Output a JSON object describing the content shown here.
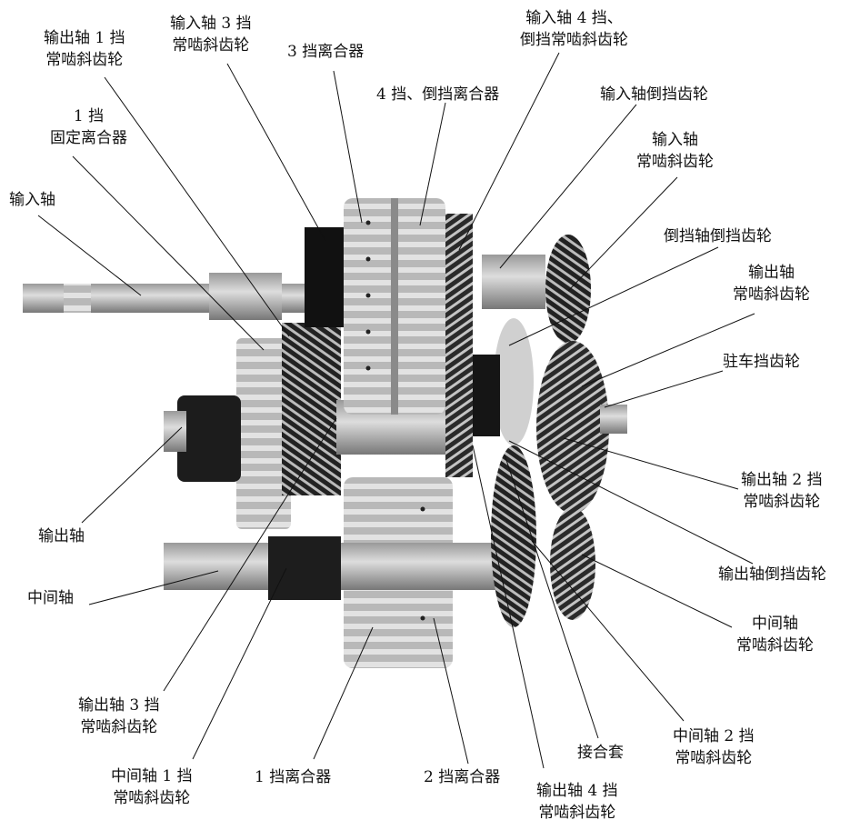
{
  "labels": {
    "output_shaft_1st_gear": [
      "输出轴 1 挡",
      "常啮斜齿轮"
    ],
    "input_shaft_3rd_gear": [
      "输入轴 3 挡",
      "常啮斜齿轮"
    ],
    "clutch_3rd": [
      "3 挡离合器"
    ],
    "input_shaft_4th_reverse_gear": [
      "输入轴 4 挡、",
      "倒挡常啮斜齿轮"
    ],
    "clutch_4th_reverse": [
      "4 挡、倒挡离合器"
    ],
    "input_shaft_reverse_gear": [
      "输入轴倒挡齿轮"
    ],
    "clutch_1st_fixed": [
      "1 挡",
      "固定离合器"
    ],
    "input_shaft_constant_mesh": [
      "输入轴",
      "常啮斜齿轮"
    ],
    "input_shaft": [
      "输入轴"
    ],
    "reverse_shaft_reverse_gear": [
      "倒挡轴倒挡齿轮"
    ],
    "output_shaft_constant_mesh": [
      "输出轴",
      "常啮斜齿轮"
    ],
    "parking_gear": [
      "驻车挡齿轮"
    ],
    "output_shaft_2nd_gear": [
      "输出轴 2 挡",
      "常啮斜齿轮"
    ],
    "output_shaft": [
      "输出轴"
    ],
    "output_shaft_reverse_gear": [
      "输出轴倒挡齿轮"
    ],
    "countershaft": [
      "中间轴"
    ],
    "countershaft_constant_mesh": [
      "中间轴",
      "常啮斜齿轮"
    ],
    "output_shaft_3rd_gear": [
      "输出轴 3 挡",
      "常啮斜齿轮"
    ],
    "countershaft_2nd_gear": [
      "中间轴 2 挡",
      "常啮斜齿轮"
    ],
    "sleeve": [
      "接合套"
    ],
    "countershaft_1st_gear": [
      "中间轴 1 挡",
      "常啮斜齿轮"
    ],
    "clutch_1st": [
      "1 挡离合器"
    ],
    "clutch_2nd": [
      "2 挡离合器"
    ],
    "output_shaft_4th_gear": [
      "输出轴 4 挡",
      "常啮斜齿轮"
    ]
  }
}
